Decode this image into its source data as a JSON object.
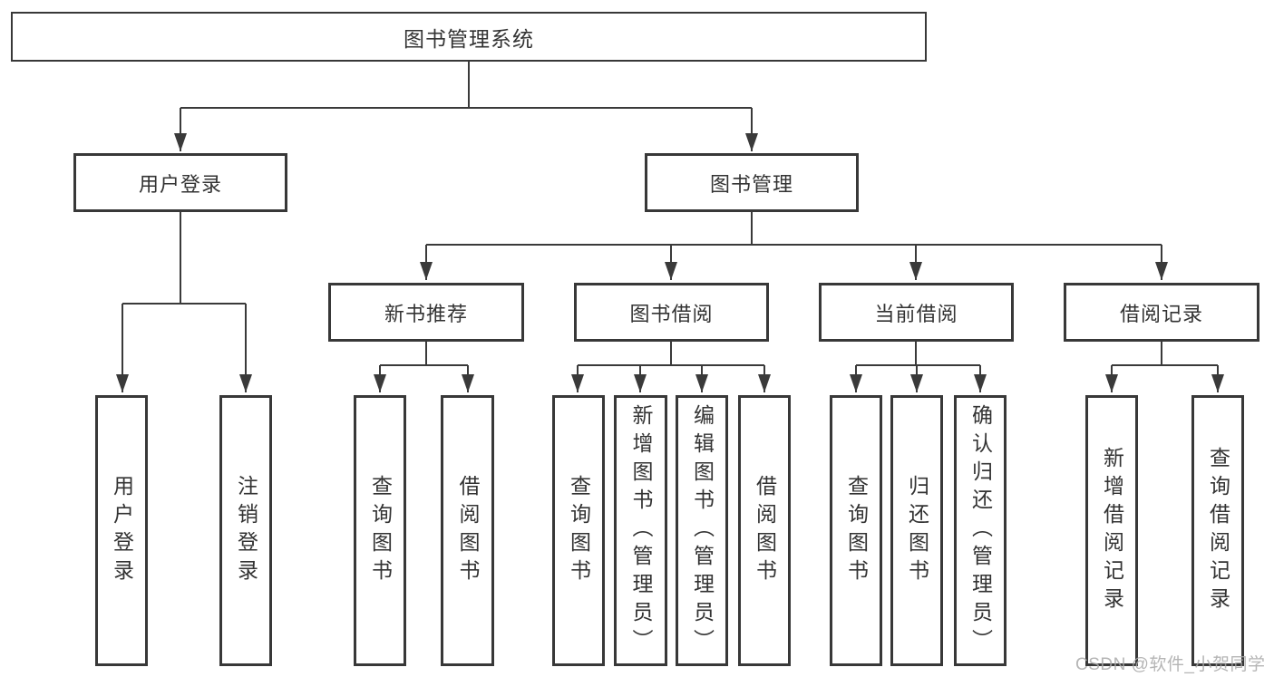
{
  "diagram": {
    "root": {
      "label": "图书管理系统"
    },
    "branches": [
      {
        "label": "用户登录",
        "leaves": [
          {
            "label": "用户登录"
          },
          {
            "label": "注销登录"
          }
        ]
      },
      {
        "label": "图书管理",
        "groups": [
          {
            "label": "新书推荐",
            "leaves": [
              {
                "label": "查询图书"
              },
              {
                "label": "借阅图书"
              }
            ]
          },
          {
            "label": "图书借阅",
            "leaves": [
              {
                "label": "查询图书"
              },
              {
                "label": "新增图书（管理员）"
              },
              {
                "label": "编辑图书（管理员）"
              },
              {
                "label": "借阅图书"
              }
            ]
          },
          {
            "label": "当前借阅",
            "leaves": [
              {
                "label": "查询图书"
              },
              {
                "label": "归还图书"
              },
              {
                "label": "确认归还（管理员）"
              }
            ]
          },
          {
            "label": "借阅记录",
            "leaves": [
              {
                "label": "新增借阅记录"
              },
              {
                "label": "查询借阅记录"
              }
            ]
          }
        ]
      }
    ]
  },
  "watermark": {
    "text": "CSDN @软件_小贺同学"
  },
  "colors": {
    "background": "#ffffff",
    "box_border": "#383838",
    "connector_line": "#3a3a3a",
    "text": "#333333",
    "watermark_text": "#a9a9a9"
  }
}
